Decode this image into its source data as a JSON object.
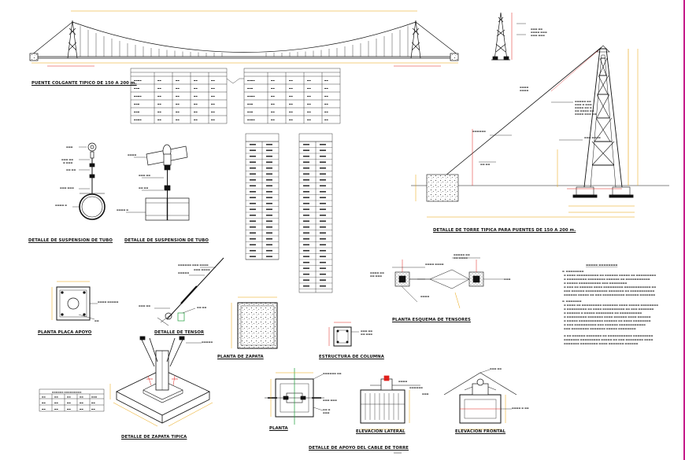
{
  "labels": {
    "bridge_title": "PUENTE COLGANTE TIPICO DE 150 A 200 m.",
    "susp1": "DETALLE DE SUSPENSION DE TUBO",
    "susp2": "DETALLE DE SUSPENSION DE TUBO",
    "tower_detail": "DETALLE DE TORRE TIPICA PARA PUENTES DE 150 A 200 m.",
    "plate": "PLANTA PLACA APOYO",
    "tensor": "DETALLE DE TENSOR",
    "footing_plan": "PLANTA DE ZAPATA",
    "column": "ESTRUCTURA DE COLUMNA",
    "anchors": "PLANTA ESQUEMA DE TENSORES",
    "typical_footing": "DETALLE DE ZAPATA TIPICA",
    "plan": "PLANTA",
    "side_elev": "ELEVACION LATERAL",
    "front_elev": "ELEVACION FRONTAL",
    "support_detail": "DETALLE DE APOYO DEL CABLE DE TORRE"
  },
  "colors": {
    "line": "#111111",
    "dim": "#e8a000",
    "red": "#e0201c",
    "green": "#1d9e3a",
    "magenta": "#c51b8a"
  }
}
